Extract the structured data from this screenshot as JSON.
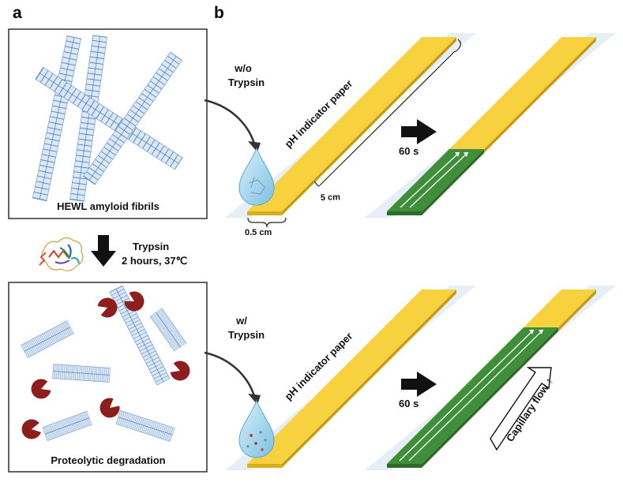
{
  "panel_a": {
    "label": "a",
    "top_box_caption": "HEWL amyloid fibrils",
    "bottom_box_caption": "Proteolytic degradation",
    "arrow_line1": "Trypsin",
    "arrow_line2": "2 hours, 37℃"
  },
  "panel_b": {
    "label": "b",
    "top": {
      "condition_line1": "w/o",
      "condition_line2": "Trypsin",
      "strip_label": "pH indicator paper",
      "length_label": "5 cm",
      "width_label": "0.5 cm",
      "time_label": "60 s"
    },
    "bottom": {
      "condition_line1": "w/",
      "condition_line2": "Trypsin",
      "strip_label": "pH indicator paper",
      "time_label": "60 s",
      "flow_label": "Capillary flow ↑"
    }
  },
  "colors": {
    "strip_yellow": "#F7D23E",
    "strip_yellow_dark": "#D9AE1E",
    "strip_green": "#3E8E3A",
    "strip_green_dark": "#2C6B2A",
    "plate": "#E6EEF8",
    "fibril_blue": "#6B9BD0",
    "trypsin_red": "#8E1E1E",
    "drop_blue": "#9ED0EA"
  }
}
